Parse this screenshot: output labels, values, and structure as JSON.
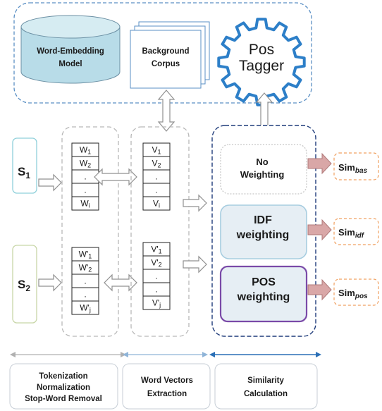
{
  "resources": {
    "word_embedding": "Word-Embedding Model",
    "background_line1": "Background",
    "background_line2": "Corpus",
    "pos_line1": "Pos",
    "pos_line2": "Tagger"
  },
  "inputs": {
    "s1_main": "S",
    "s1_sub": "1",
    "s2_main": "S",
    "s2_sub": "2"
  },
  "tokens1": [
    {
      "main": "W",
      "sub": "1"
    },
    {
      "main": "W",
      "sub": "2"
    },
    {
      "main": ".",
      "sub": ""
    },
    {
      "main": ".",
      "sub": ""
    },
    {
      "main": "W",
      "sub": "i"
    }
  ],
  "tokens2": [
    {
      "main": "W'",
      "sub": "1"
    },
    {
      "main": "W'",
      "sub": "2"
    },
    {
      "main": ".",
      "sub": ""
    },
    {
      "main": ".",
      "sub": ""
    },
    {
      "main": "W'",
      "sub": "j"
    }
  ],
  "vectors1": [
    {
      "main": "V",
      "sub": "1"
    },
    {
      "main": "V",
      "sub": "2"
    },
    {
      "main": ".",
      "sub": ""
    },
    {
      "main": ".",
      "sub": ""
    },
    {
      "main": "V",
      "sub": "i"
    }
  ],
  "vectors2": [
    {
      "main": "V'",
      "sub": "1"
    },
    {
      "main": "V'",
      "sub": "2"
    },
    {
      "main": ".",
      "sub": ""
    },
    {
      "main": ".",
      "sub": ""
    },
    {
      "main": "V'",
      "sub": "j"
    }
  ],
  "weighting": {
    "no_line1": "No",
    "no_line2": "Weighting",
    "idf_line1": "IDF",
    "idf_line2": "weighting",
    "pos_line1": "POS",
    "pos_line2": "weighting"
  },
  "similarity": {
    "bas_main": "Sim",
    "bas_sub": "bas",
    "idf_main": "Sim",
    "idf_sub": "idf",
    "pos_main": "Sim",
    "pos_sub": "pos"
  },
  "stages": {
    "stage1_line1": "Tokenization",
    "stage1_line2": "Normalization",
    "stage1_line3": "Stop-Word Removal",
    "stage2_line1": "Word Vectors",
    "stage2_line2": "Extraction",
    "stage3_line1": "Similarity",
    "stage3_line2": "Calculation"
  },
  "colors": {
    "resource_panel": "#5a8fc4",
    "cylinder": "#b8dce8",
    "s1_border": "#8fd0da",
    "s2_border": "#c8d6a8",
    "weighting_panel": "#1f3b7a",
    "pos_box_border": "#7a4aa8",
    "sim_box_border": "#f0a060",
    "pink_arrow": "#d9a7a7"
  }
}
